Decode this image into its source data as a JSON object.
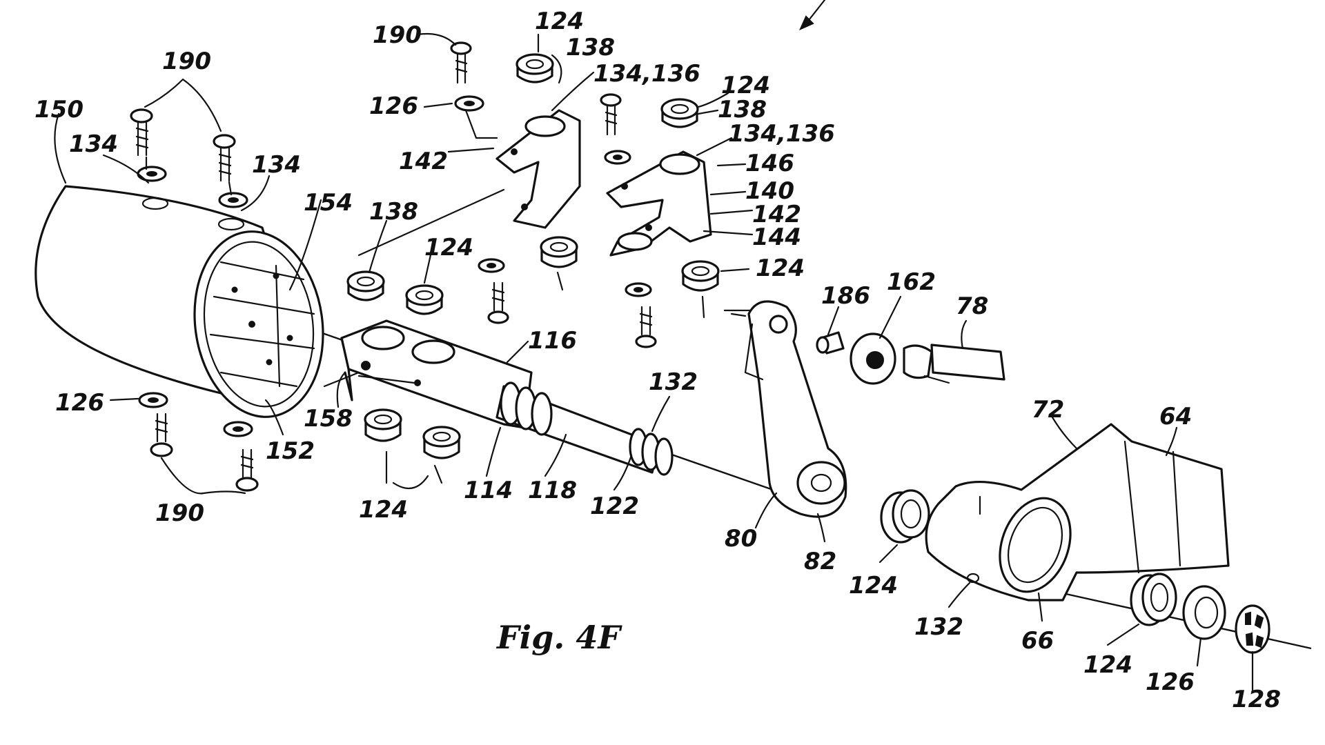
{
  "figure": {
    "caption": "Fig. 4F",
    "labels": {
      "l190_top": "190",
      "l124_top": "124",
      "l138_top": "138",
      "l134136_a": "134,136",
      "l126_top": "126",
      "l142_a": "142",
      "l190_b": "190",
      "l150": "150",
      "l134_a": "134",
      "l134_b": "134",
      "l154": "154",
      "l138_mid": "138",
      "l124_mid": "124",
      "l124_r1": "124",
      "l138_r1": "138",
      "l134136_b": "134,136",
      "l146": "146",
      "l140": "140",
      "l142_b": "142",
      "l144": "144",
      "l124_r2": "124",
      "l186": "186",
      "l162": "162",
      "l78": "78",
      "l116": "116",
      "l126_left": "126",
      "l158": "158",
      "l152": "152",
      "l132_a": "132",
      "l114": "114",
      "l118": "118",
      "l122": "122",
      "l190_bottom": "190",
      "l124_bottom": "124",
      "l72": "72",
      "l64": "64",
      "l80": "80",
      "l82": "82",
      "l124_c": "124",
      "l132_b": "132",
      "l66": "66",
      "l124_d": "124",
      "l126_d": "126",
      "l128": "128"
    }
  }
}
